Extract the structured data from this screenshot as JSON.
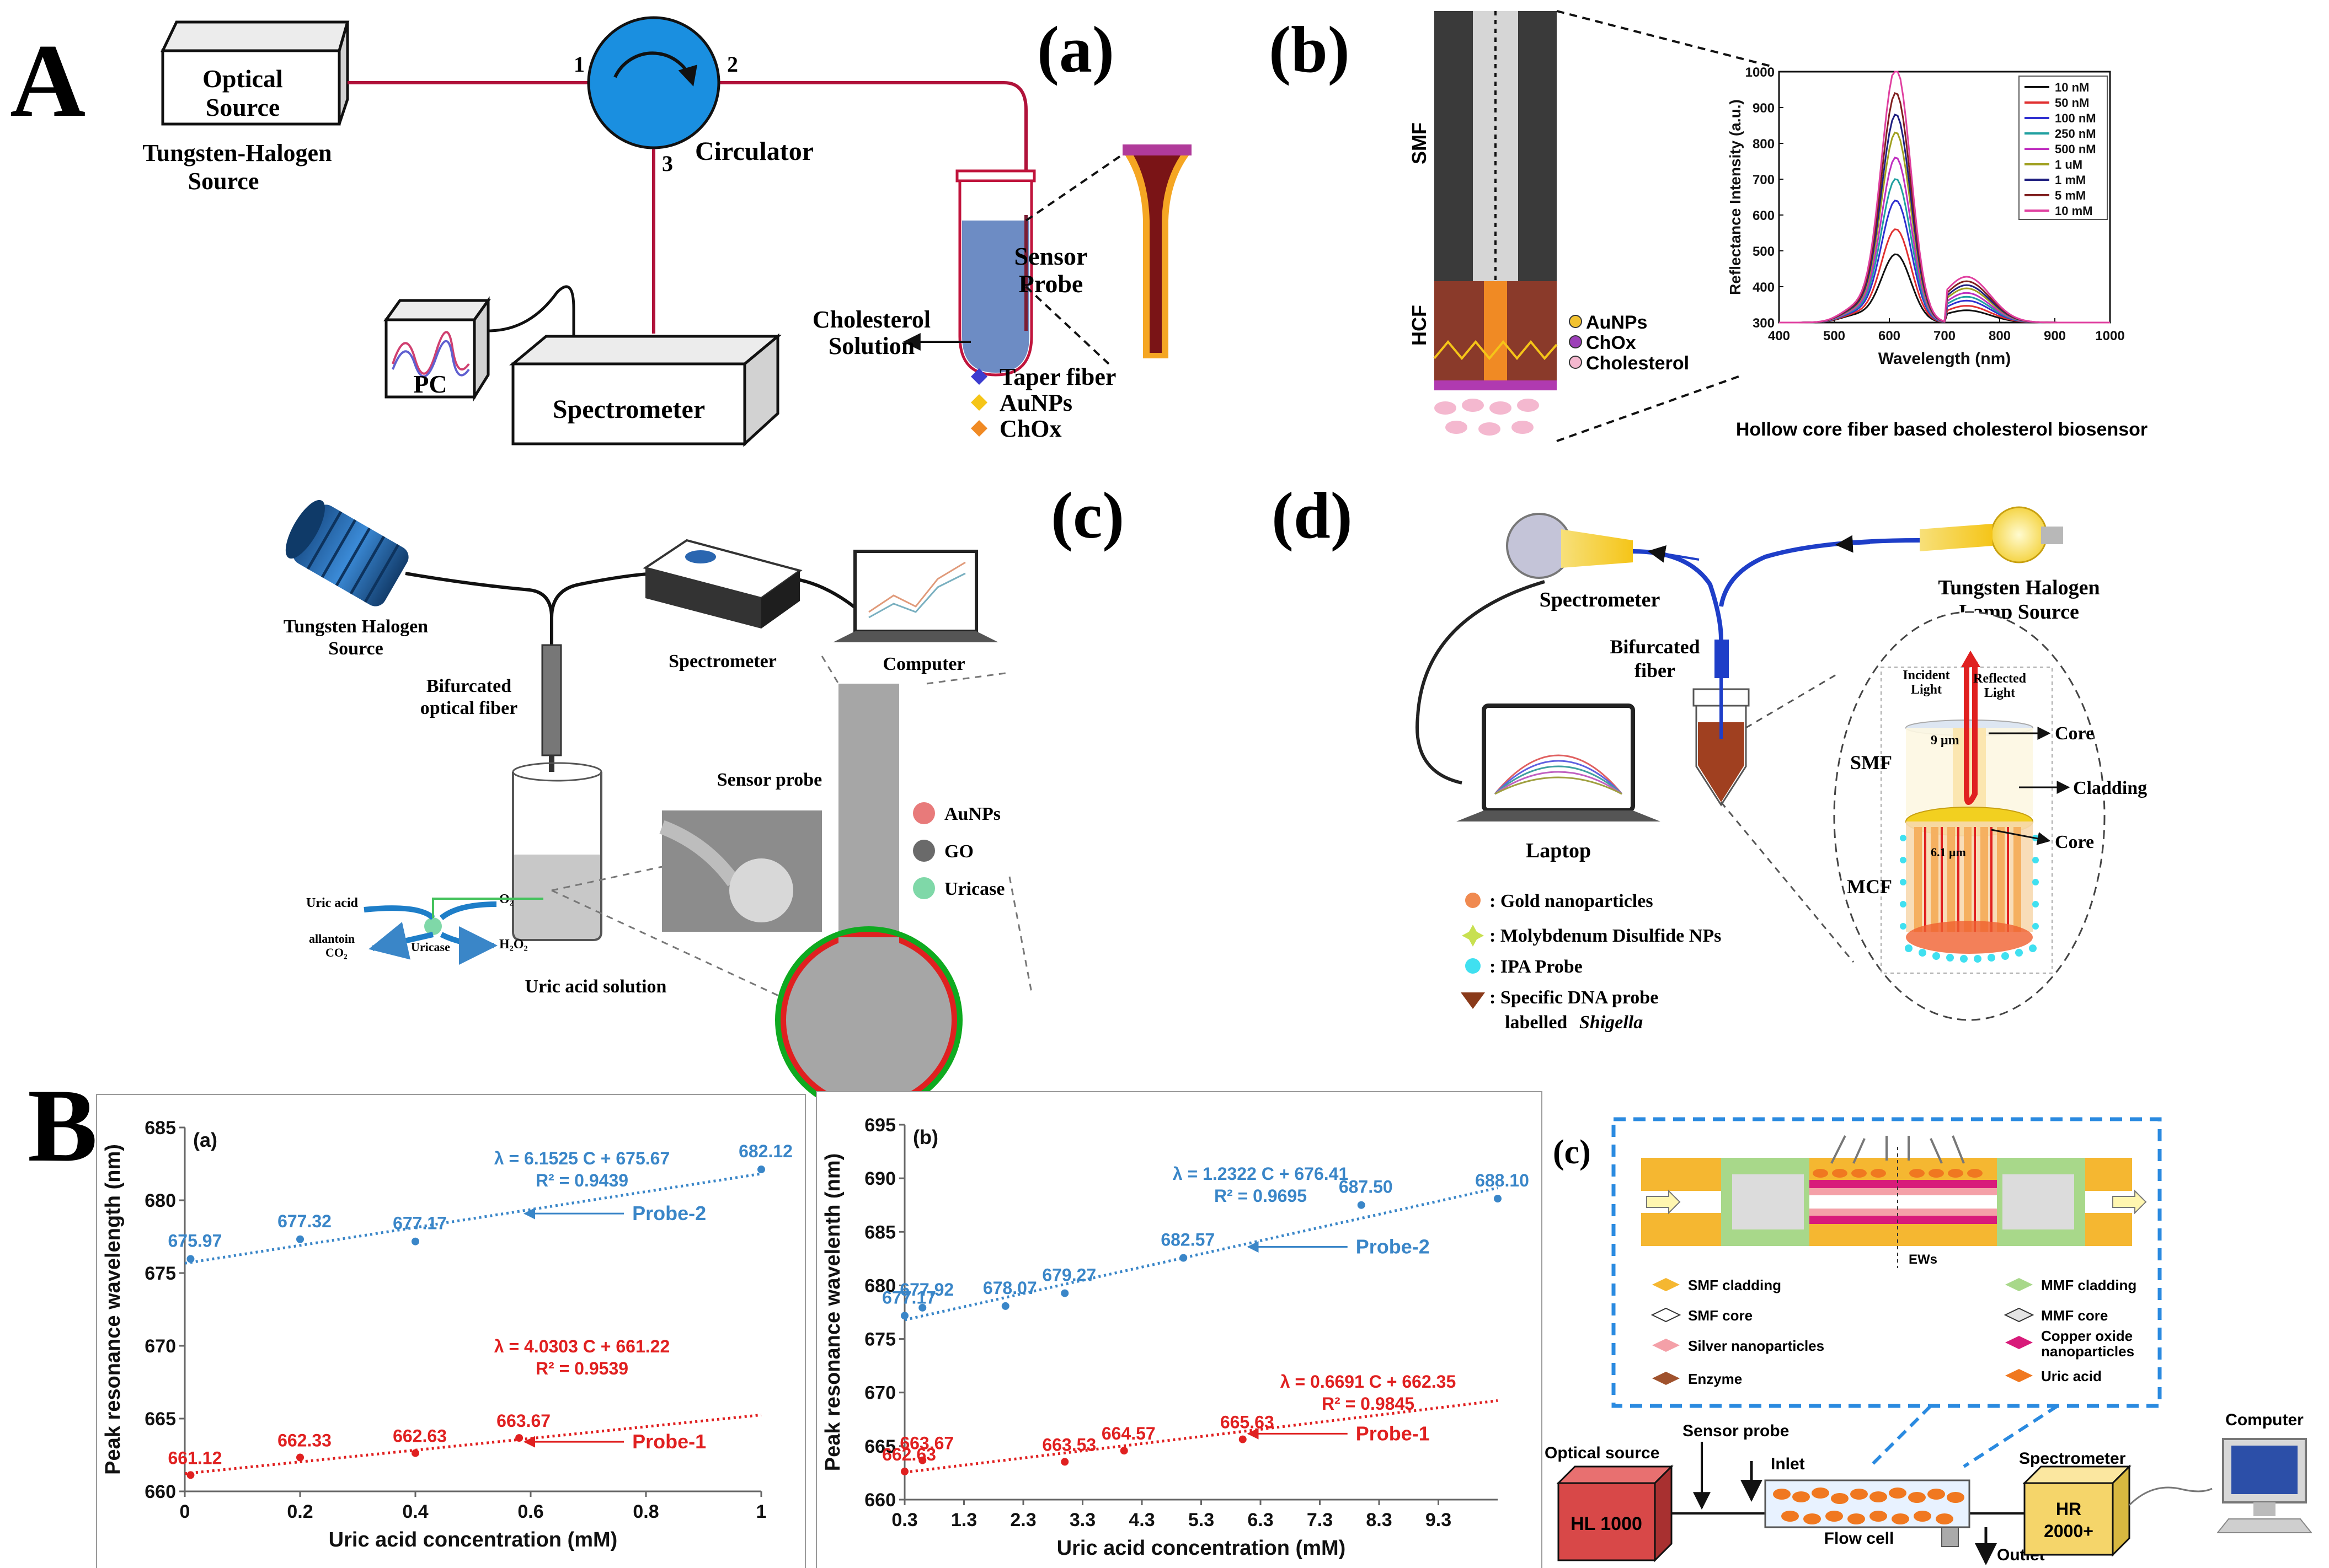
{
  "section_A_letter": "A",
  "section_B_letter": "B",
  "panel_a": {
    "label": "(a)",
    "optical_source": [
      "Optical",
      "Source"
    ],
    "tungsten": [
      "Tungsten-Halogen",
      "Source"
    ],
    "port1": "1",
    "port2": "2",
    "port3": "3",
    "circulator": "Circulator",
    "sensor_probe": [
      "Sensor",
      "Probe"
    ],
    "cholesterol": [
      "Cholesterol",
      "Solution"
    ],
    "pc": "PC",
    "spectrometer": "Spectrometer",
    "legend": [
      "Taper fiber",
      "AuNPs",
      "ChOx"
    ],
    "legend_colors": [
      "#3d3dcf",
      "#f5c518",
      "#f08a24"
    ]
  },
  "panel_b": {
    "label": "(b)",
    "smf": "SMF",
    "hcf": "HCF",
    "legend": [
      "AuNPs",
      "ChOx",
      "Cholesterol"
    ],
    "legend_colors": [
      "#f2c230",
      "#9c3fb8",
      "#f4b8cf"
    ],
    "ylabel": "Reflectance Intensity (a.u.)",
    "xlabel": "Wavelength (nm)",
    "caption": "Hollow core fiber based cholesterol biosensor",
    "x_ticks": [
      "400",
      "500",
      "600",
      "700",
      "800",
      "900",
      "1000"
    ],
    "y_ticks": [
      "300",
      "400",
      "500",
      "600",
      "700",
      "800",
      "900",
      "1000"
    ],
    "series_names": [
      "10 nM",
      "50 nM",
      "100 nM",
      "250 nM",
      "500 nM",
      "1 uM",
      "1 mM",
      "5 mM",
      "10 mM"
    ],
    "series_colors": [
      "#111111",
      "#e03030",
      "#3030d0",
      "#20a0a0",
      "#c030c0",
      "#a0a020",
      "#202080",
      "#802020",
      "#e040a0"
    ],
    "peaks": [
      490,
      560,
      640,
      700,
      760,
      830,
      880,
      940,
      1010
    ]
  },
  "panel_c": {
    "label": "(c)",
    "tungsten": [
      "Tungsten Halogen",
      "Source"
    ],
    "spectrometer": "Spectrometer",
    "computer": "Computer",
    "bifurcated": [
      "Bifurcated",
      "optical fiber"
    ],
    "sensor_probe": "Sensor probe",
    "legend": [
      "AuNPs",
      "GO",
      "Uricase"
    ],
    "legend_colors": [
      "#e87a7a",
      "#6a6a6a",
      "#7fd8a8"
    ],
    "uric_acid": "Uric acid",
    "o2": "O₂",
    "allantoin": [
      "allantoin",
      "CO₂"
    ],
    "uricase": "Uricase",
    "h2o2": "H₂O₂",
    "solution": "Uric acid solution"
  },
  "panel_d": {
    "label": "(d)",
    "spectrometer": "Spectrometer",
    "tungsten": [
      "Tungsten Halogen",
      "Lamp Source"
    ],
    "bifurcated": [
      "Bifurcated",
      "fiber"
    ],
    "laptop": "Laptop",
    "incident": [
      "Incident",
      "Light"
    ],
    "reflected": [
      "Reflected",
      "Light"
    ],
    "core_size": "9 μm",
    "core": "Core",
    "cladding": "Cladding",
    "smf": "SMF",
    "mcf": "MCF",
    "mcf_size": "6.1 μm",
    "legend": [
      ": Gold nanoparticles",
      ": Molybdenum Disulfide NPs",
      ": IPA Probe",
      ": Specific DNA probe"
    ],
    "legend_last_line": "labelled",
    "shigella": "Shigella",
    "legend_colors": [
      "#f08a50",
      "#c8e050",
      "#40e0f0",
      "#8a3a1a"
    ]
  },
  "chart_data": [
    {
      "type": "scatter",
      "title": "(a)",
      "xlabel": "Uric acid concentration (mM)",
      "ylabel": "Peak resonance wavelength (nm)",
      "xlim": [
        0,
        1
      ],
      "ylim": [
        660,
        685
      ],
      "x_ticks": [
        0,
        0.2,
        0.4,
        0.6,
        0.8,
        1
      ],
      "x_tick_labels": [
        "0",
        "0.2",
        "0.4",
        "0.6",
        "0.8",
        "1"
      ],
      "y_ticks": [
        660,
        665,
        670,
        675,
        680,
        685
      ],
      "series": [
        {
          "name": "Probe-2",
          "color": "#3a86c8",
          "x": [
            0.01,
            0.2,
            0.4,
            1.0
          ],
          "y": [
            675.97,
            677.32,
            677.17,
            682.12
          ],
          "labels": [
            "675.97",
            "677.32",
            "677.17",
            "682.12"
          ],
          "equation": "λ = 6.1525 C + 675.67",
          "r2": "R² = 0.9439",
          "fit": [
            6.1525,
            675.67
          ],
          "arrow_x": 0.58
        },
        {
          "name": "Probe-1",
          "color": "#e02020",
          "x": [
            0.01,
            0.2,
            0.4,
            0.58
          ],
          "y": [
            661.12,
            662.33,
            662.63,
            663.67
          ],
          "labels": [
            "661.12",
            "662.33",
            "662.63",
            "663.67"
          ],
          "equation": "λ = 4.0303 C + 661.22",
          "r2": "R² = 0.9539",
          "fit": [
            4.0303,
            661.22
          ],
          "arrow_x": 0.58
        }
      ]
    },
    {
      "type": "scatter",
      "title": "(b)",
      "xlabel": "Uric acid concentration (mM)",
      "ylabel": "Peak resonance wavelenth (nm)",
      "xlim": [
        0.3,
        10.3
      ],
      "ylim": [
        660,
        695
      ],
      "x_ticks": [
        0.3,
        1.3,
        2.3,
        3.3,
        4.3,
        5.3,
        6.3,
        7.3,
        8.3,
        9.3
      ],
      "x_tick_labels": [
        "0.3",
        "1.3",
        "2.3",
        "3.3",
        "4.3",
        "5.3",
        "6.3",
        "7.3",
        "8.3",
        "9.3"
      ],
      "y_ticks": [
        660,
        665,
        670,
        675,
        680,
        685,
        690,
        695
      ],
      "series": [
        {
          "name": "Probe-2",
          "color": "#3a86c8",
          "x": [
            0.3,
            0.6,
            2.0,
            3.0,
            5.0,
            8.0,
            10.3
          ],
          "y": [
            677.17,
            677.92,
            678.07,
            679.27,
            682.57,
            687.5,
            688.1
          ],
          "labels": [
            "677.17",
            "677.92",
            "678.07",
            "679.27",
            "682.57",
            "687.50",
            "688.10"
          ],
          "equation": "λ = 1.2322 C + 676.41",
          "r2": "R² = 0.9695",
          "fit": [
            1.2322,
            676.41
          ],
          "arrow_x": 6.0
        },
        {
          "name": "Probe-1",
          "color": "#e02020",
          "x": [
            0.3,
            0.6,
            3.0,
            4.0,
            6.0
          ],
          "y": [
            662.63,
            663.67,
            663.53,
            664.57,
            665.63
          ],
          "labels": [
            "662.63",
            "663.67",
            "663.53",
            "664.57",
            "665.63"
          ],
          "equation": "λ = 0.6691 C + 662.35",
          "r2": "R² = 0.9845",
          "fit": [
            0.6691,
            662.35
          ],
          "arrow_x": 6.0
        }
      ]
    }
  ],
  "panel_Bc": {
    "label": "(c)",
    "ews": "EWs",
    "legend": [
      "SMF cladding",
      "MMF cladding",
      "SMF core",
      "MMF core",
      "Silver nanoparticles",
      [
        "Copper oxide",
        "nanoparticles"
      ],
      "Enzyme",
      "Uric acid"
    ],
    "legend_colors": [
      "#f5b731",
      "#a8d88a",
      "#ffffff",
      "#e4e4e4",
      "#f4a0a8",
      "#d81b7a",
      "#a0522d",
      "#f07820"
    ],
    "optical_source": "Optical source",
    "sensor_probe": "Sensor probe",
    "inlet": "Inlet",
    "flow_cell": "Flow cell",
    "outlet": "Outlet",
    "spectrometer": "Spectrometer",
    "computer": "Computer",
    "hl": "HL 1000",
    "hr": [
      "HR",
      "2000+"
    ]
  }
}
